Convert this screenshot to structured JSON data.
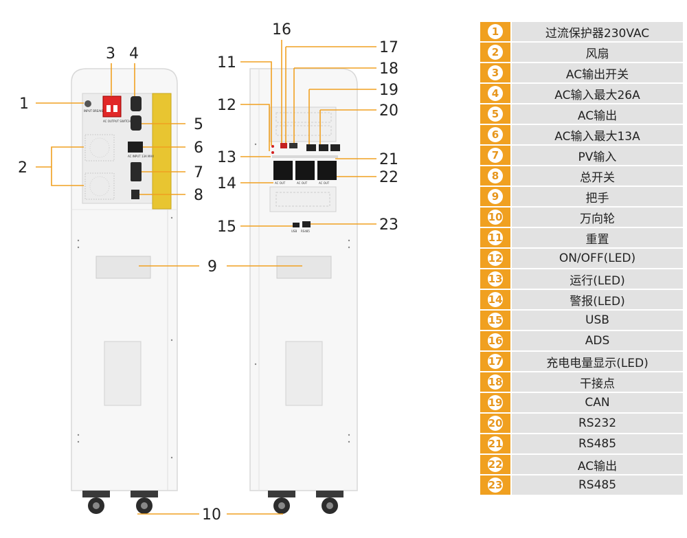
{
  "callouts": [
    {
      "num": "1"
    },
    {
      "num": "2"
    },
    {
      "num": "3"
    },
    {
      "num": "4"
    },
    {
      "num": "5"
    },
    {
      "num": "6"
    },
    {
      "num": "7"
    },
    {
      "num": "8"
    },
    {
      "num": "9"
    },
    {
      "num": "10"
    },
    {
      "num": "11"
    },
    {
      "num": "12"
    },
    {
      "num": "13"
    },
    {
      "num": "14"
    },
    {
      "num": "15"
    },
    {
      "num": "16"
    },
    {
      "num": "17"
    },
    {
      "num": "18"
    },
    {
      "num": "19"
    },
    {
      "num": "20"
    },
    {
      "num": "21"
    },
    {
      "num": "22"
    },
    {
      "num": "23"
    }
  ],
  "device_small_labels": {
    "input_breaker": "INPUT BREAKER 230VAC",
    "ac_output_switch": "AC OUTPUT SWITCH",
    "ac_input": "AC INPUT 13A MAX",
    "ac_out": "AC OUT",
    "usb": "USB",
    "rs485": "RS485"
  },
  "legend": [
    {
      "num": "1",
      "label": "过流保护器230VAC"
    },
    {
      "num": "2",
      "label": "风扇"
    },
    {
      "num": "3",
      "label": "AC输出开关"
    },
    {
      "num": "4",
      "label": "AC输入最大26A"
    },
    {
      "num": "5",
      "label": "AC输出"
    },
    {
      "num": "6",
      "label": "AC输入最大13A"
    },
    {
      "num": "7",
      "label": "PV输入"
    },
    {
      "num": "8",
      "label": "总开关"
    },
    {
      "num": "9",
      "label": "把手"
    },
    {
      "num": "10",
      "label": "万向轮"
    },
    {
      "num": "11",
      "label": "重置"
    },
    {
      "num": "12",
      "label": "ON/OFF(LED)"
    },
    {
      "num": "13",
      "label": "运行(LED)"
    },
    {
      "num": "14",
      "label": "警报(LED)"
    },
    {
      "num": "15",
      "label": "USB"
    },
    {
      "num": "16",
      "label": "ADS"
    },
    {
      "num": "17",
      "label": "充电电量显示(LED)"
    },
    {
      "num": "18",
      "label": "干接点"
    },
    {
      "num": "19",
      "label": "CAN"
    },
    {
      "num": "20",
      "label": "RS232"
    },
    {
      "num": "21",
      "label": "RS485"
    },
    {
      "num": "22",
      "label": "AC输出"
    },
    {
      "num": "23",
      "label": "RS485"
    }
  ],
  "colors": {
    "accent": "#f0a020",
    "yellow_panel": "#e8c531",
    "label_bg": "#e2e2e2"
  }
}
